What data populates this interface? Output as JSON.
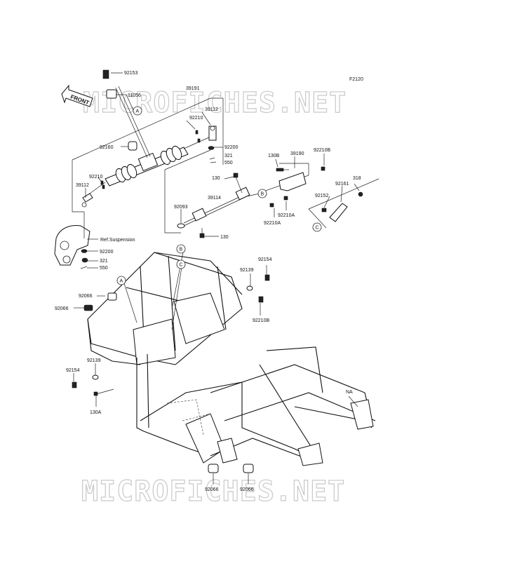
{
  "figure_code": "F2120",
  "front_arrow_text": "FRONT",
  "watermark_text": "MICROFICHES.NET",
  "reference_text": "Ref.Suspension",
  "callout_circles": [
    "A",
    "B",
    "C",
    "A",
    "B",
    "C"
  ],
  "part_labels": [
    "92153",
    "11056",
    "39191",
    "39112",
    "92210",
    "92200",
    "321",
    "550",
    "92160",
    "92210",
    "39112",
    "92200",
    "321",
    "550",
    "130",
    "39114",
    "92093",
    "130",
    "130B",
    "39190",
    "92210B",
    "92210A",
    "92210A",
    "92152",
    "92161",
    "318",
    "92154",
    "92139",
    "92210B",
    "92066",
    "92066",
    "92154",
    "92139",
    "130A",
    "92066",
    "92066",
    "NA"
  ]
}
